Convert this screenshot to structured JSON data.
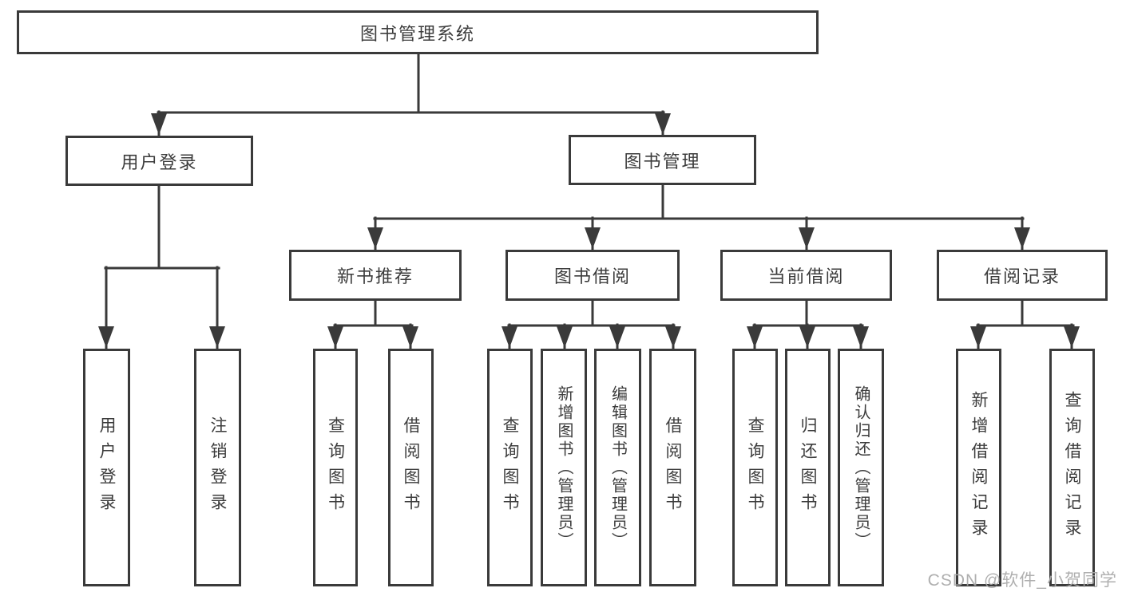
{
  "diagram": {
    "root": {
      "label": "图书管理系统"
    },
    "level2": [
      {
        "id": "user-login",
        "label": "用户登录"
      },
      {
        "id": "book-management",
        "label": "图书管理"
      }
    ],
    "level3": [
      {
        "id": "new-book-recommend",
        "label": "新书推荐",
        "parent": "图书管理"
      },
      {
        "id": "book-borrow",
        "label": "图书借阅",
        "parent": "图书管理"
      },
      {
        "id": "current-borrow",
        "label": "当前借阅",
        "parent": "图书管理"
      },
      {
        "id": "borrow-records",
        "label": "借阅记录",
        "parent": "图书管理"
      }
    ],
    "leaves": [
      {
        "label": "用户登录",
        "parent": "用户登录"
      },
      {
        "label": "注销登录",
        "parent": "用户登录"
      },
      {
        "label": "查询图书",
        "parent": "新书推荐"
      },
      {
        "label": "借阅图书",
        "parent": "新书推荐"
      },
      {
        "label": "查询图书",
        "parent": "图书借阅"
      },
      {
        "label": "新增图书（管理员）",
        "parent": "图书借阅"
      },
      {
        "label": "编辑图书（管理员）",
        "parent": "图书借阅"
      },
      {
        "label": "借阅图书",
        "parent": "图书借阅"
      },
      {
        "label": "查询图书",
        "parent": "当前借阅"
      },
      {
        "label": "归还图书",
        "parent": "当前借阅"
      },
      {
        "label": "确认归还（管理员）",
        "parent": "当前借阅"
      },
      {
        "label": "新增借阅记录",
        "parent": "借阅记录"
      },
      {
        "label": "查询借阅记录",
        "parent": "借阅记录"
      }
    ],
    "colors": {
      "line": "#3a3a3a",
      "text": "#3c3c3c",
      "background": "#ffffff",
      "watermark": "#a8a8a8"
    },
    "watermark": "CSDN @软件_小贺同学"
  }
}
